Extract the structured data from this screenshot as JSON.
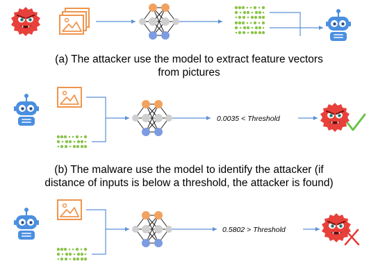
{
  "captions": {
    "a": {
      "line1": "(a) The attacker use the model to extract feature vectors",
      "line2": "from pictures"
    },
    "b": {
      "line1": "(b) The malware use the model to identify the attacker (if",
      "line2": "distance of inputs is below a threshold, the attacker is found)"
    }
  },
  "scores": {
    "b": "0.0035 < Threshold",
    "c": "0.5802 > Threshold"
  },
  "colors": {
    "attacker_red": "#e8403a",
    "robot_blue": "#4a8fe0",
    "picture_orange": "#f0944a",
    "arrow_blue": "#5a8fd6",
    "node_orange": "#f2a25f",
    "node_gray": "#cfcfcf",
    "node_blue": "#7d9be0",
    "feature_green": "#8bc34a",
    "check_green": "#6cc24a",
    "cross_red": "#e53935"
  },
  "icons": [
    "attacker-face-icon",
    "robot-icon",
    "picture-stack-icon",
    "neural-network-icon",
    "feature-vector-icon",
    "check-mark-icon",
    "cross-mark-icon"
  ]
}
